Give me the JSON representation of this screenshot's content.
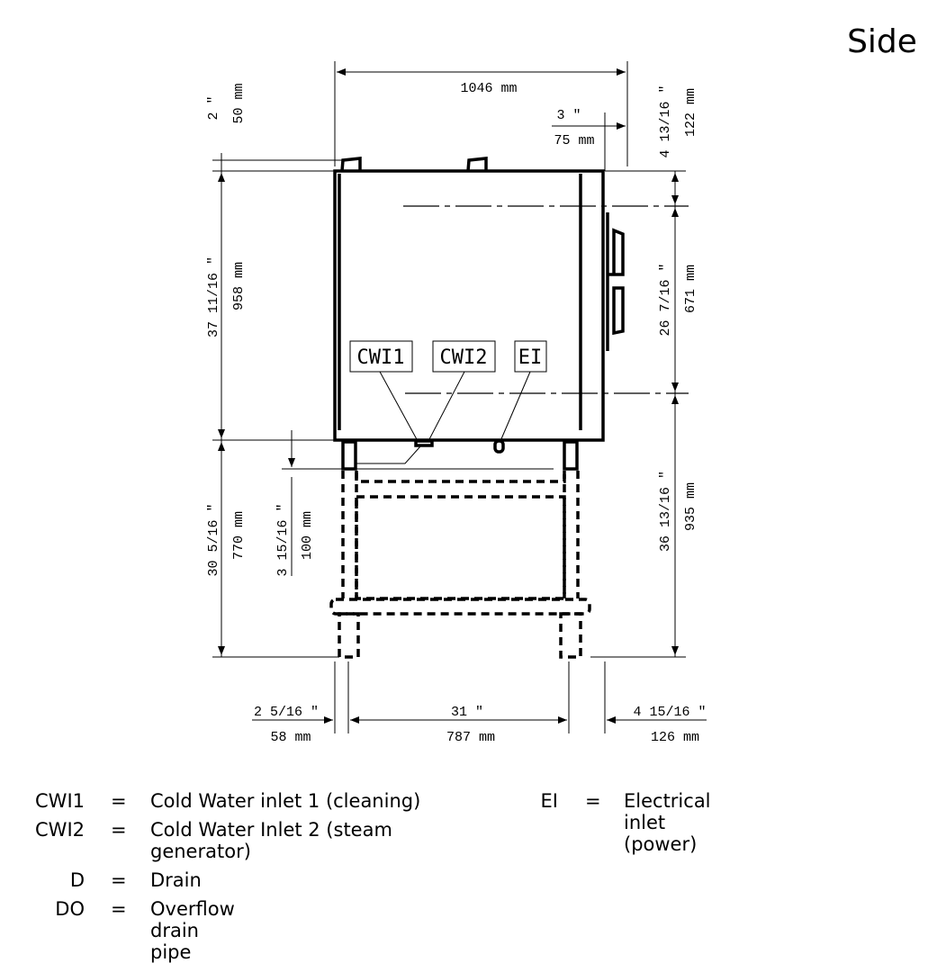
{
  "title": "Side",
  "dimensions": {
    "overall_width": "1046 mm",
    "right_offset_in": "3 \"",
    "right_offset_mm": "75 mm",
    "top_tab_in": "2 \"",
    "top_tab_mm": "50 mm",
    "body_height_in": "37 11/16 \"",
    "body_height_mm": "958 mm",
    "stand_height_in": "30 5/16 \"",
    "stand_height_mm": "770 mm",
    "pipe_height_in": "3 15/16 \"",
    "pipe_height_mm": "100 mm",
    "top_right_in": "4 13/16 \"",
    "top_right_mm": "122 mm",
    "mid_right_in": "26 7/16 \"",
    "mid_right_mm": "671 mm",
    "low_right_in": "36 13/16 \"",
    "low_right_mm": "935 mm",
    "left_foot_in": "2 5/16 \"",
    "left_foot_mm": "58 mm",
    "foot_span_in": "31 \"",
    "foot_span_mm": "787 mm",
    "right_foot_in": "4 15/16 \"",
    "right_foot_mm": "126 mm"
  },
  "callouts": [
    "CWI1",
    "CWI2",
    "EI"
  ],
  "legend": [
    {
      "abbr": "CWI1",
      "eq": "=",
      "text": "Cold Water inlet 1 (cleaning)"
    },
    {
      "abbr": "CWI2",
      "eq": "=",
      "text": "Cold Water Inlet 2 (steam generator)"
    },
    {
      "abbr": "D",
      "eq": "=",
      "text": "Drain"
    },
    {
      "abbr": "DO",
      "eq": "=",
      "text": "Overflow drain pipe"
    },
    {
      "abbr": "EI",
      "eq": "=",
      "text": "Electrical inlet (power)"
    }
  ]
}
